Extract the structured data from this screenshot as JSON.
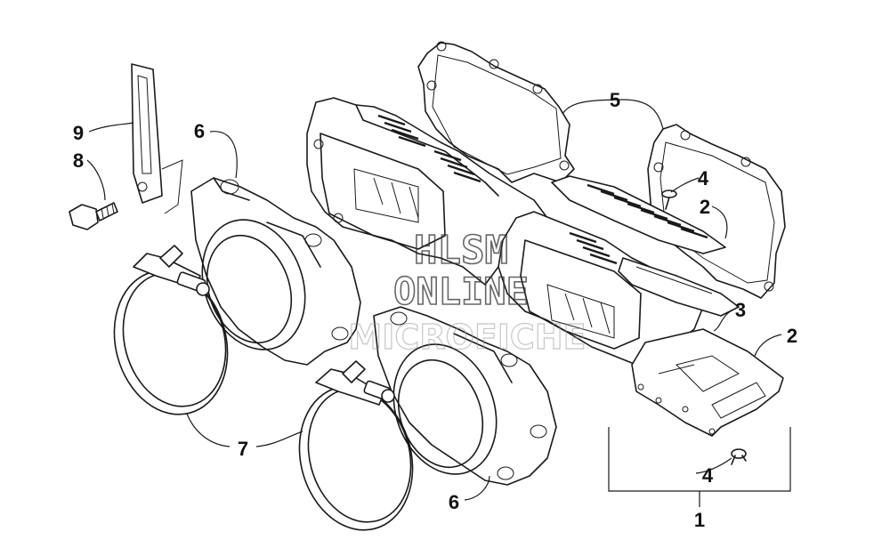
{
  "diagram": {
    "callouts": [
      {
        "id": "c-9",
        "label": "9"
      },
      {
        "id": "c-8",
        "label": "8"
      },
      {
        "id": "c-6a",
        "label": "6"
      },
      {
        "id": "c-5",
        "label": "5"
      },
      {
        "id": "c-4a",
        "label": "4"
      },
      {
        "id": "c-2a",
        "label": "2"
      },
      {
        "id": "c-3",
        "label": "3"
      },
      {
        "id": "c-2b",
        "label": "2"
      },
      {
        "id": "c-7",
        "label": "7"
      },
      {
        "id": "c-4b",
        "label": "4"
      },
      {
        "id": "c-6b",
        "label": "6"
      },
      {
        "id": "c-1",
        "label": "1"
      }
    ],
    "parts": [
      {
        "name": "reed-valve-assembly",
        "callout": "1"
      },
      {
        "name": "reed",
        "callout": "2"
      },
      {
        "name": "reed-stop",
        "callout": "3"
      },
      {
        "name": "screw",
        "callout": "4"
      },
      {
        "name": "gasket",
        "callout": "5"
      },
      {
        "name": "intake-flange",
        "callout": "6"
      },
      {
        "name": "clamp",
        "callout": "7"
      },
      {
        "name": "bolt",
        "callout": "8"
      },
      {
        "name": "bracket",
        "callout": "9"
      }
    ]
  },
  "watermark": {
    "line1": "HLSM",
    "line2": "ONLINE",
    "line3": "MICROFICHE"
  }
}
